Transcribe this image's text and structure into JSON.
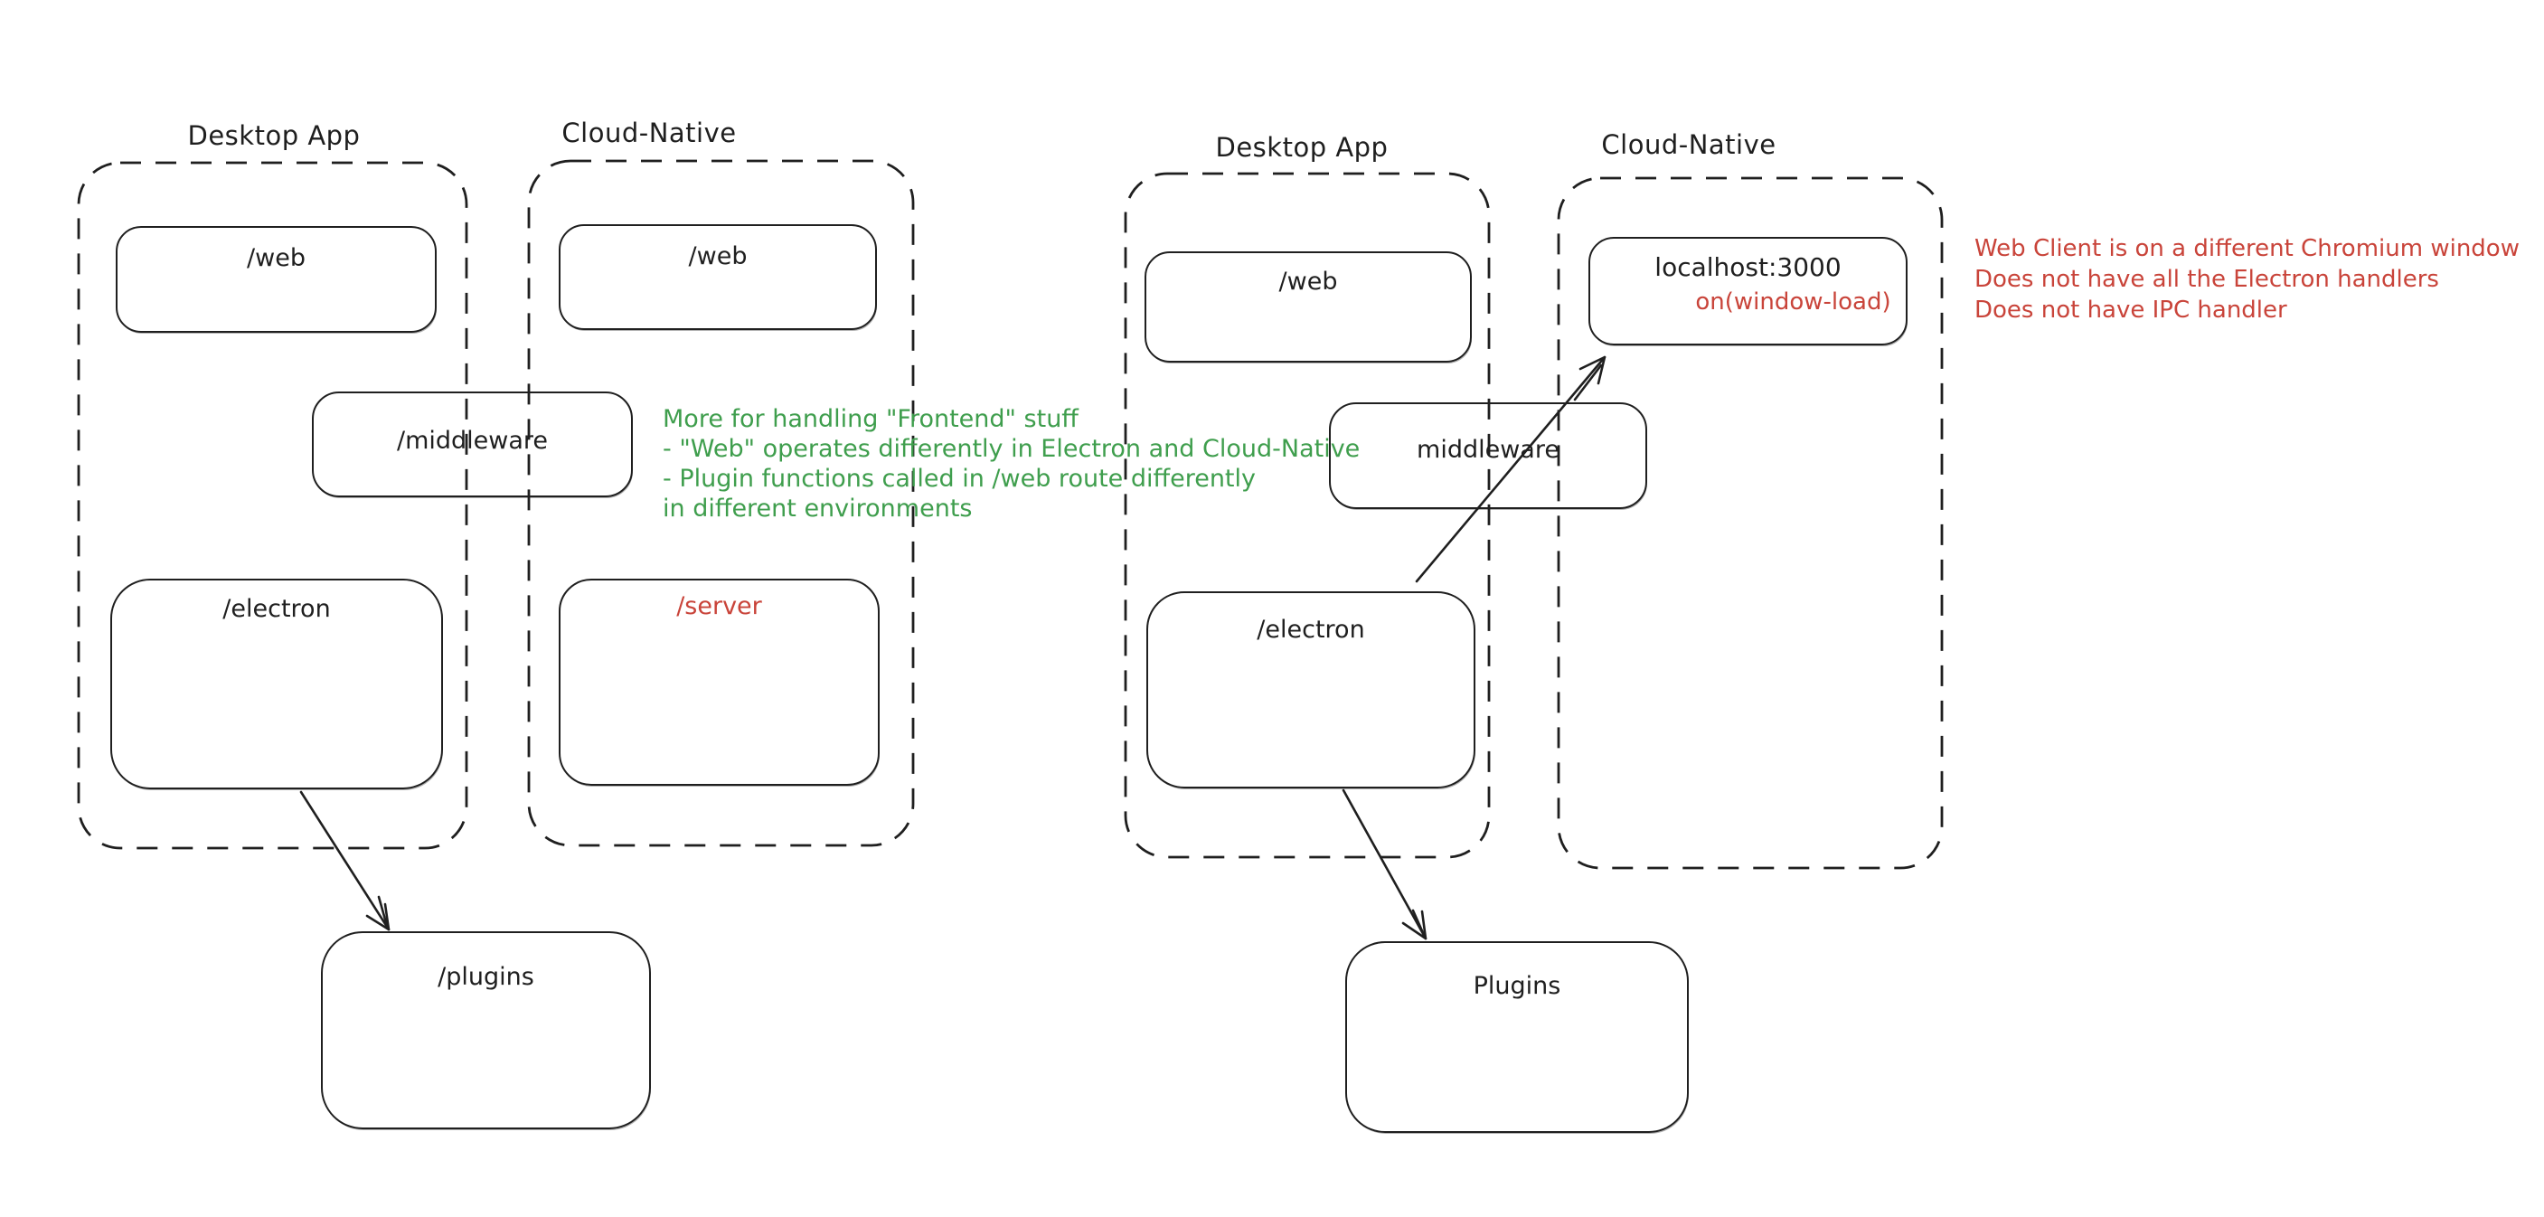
{
  "colors": {
    "stroke": "#1f1f1f",
    "green": "#3f9e4d",
    "red": "#c9443a",
    "canvas_bg": "#ffffff"
  },
  "left_diagram": {
    "desktop": {
      "title": "Desktop App",
      "web_label": "/web",
      "electron_label": "/electron"
    },
    "cloud": {
      "title": "Cloud-Native",
      "web_label": "/web",
      "server_label": "/server"
    },
    "middleware_label": "/middleware",
    "plugins_label": "/plugins",
    "green_note": {
      "lines": [
        "More for handling \"Frontend\" stuff",
        "- \"Web\" operates differently in Electron and Cloud-Native",
        "- Plugin functions called in /web route differently",
        "in different environments"
      ]
    }
  },
  "right_diagram": {
    "desktop": {
      "title": "Desktop App",
      "web_label": "/web",
      "electron_label": "/electron"
    },
    "cloud": {
      "title": "Cloud-Native",
      "localhost_label": "localhost:3000",
      "event_label": "on(window-load)"
    },
    "middleware_label": "middleware",
    "plugins_label": "Plugins",
    "red_note": {
      "lines": [
        "Web Client is on a different Chromium window",
        "Does not have all the Electron handlers",
        "Does not have IPC handler"
      ]
    }
  }
}
